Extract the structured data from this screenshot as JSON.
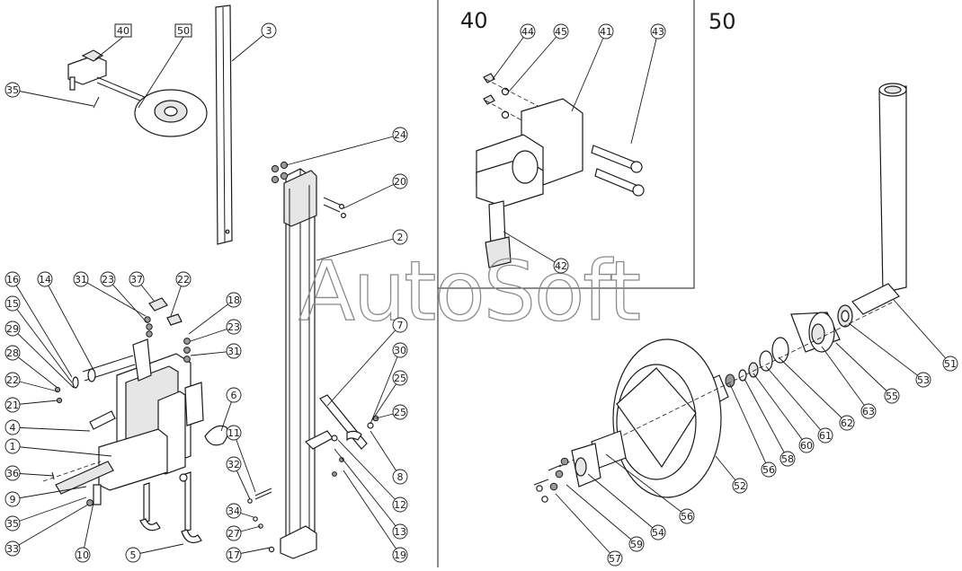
{
  "section_labels": {
    "detail_40": "40",
    "detail_50": "50"
  },
  "box_labels": [
    "40",
    "50"
  ],
  "watermark": "AutoSoft",
  "callouts": [
    "35",
    "40",
    "50",
    "3",
    "24",
    "20",
    "2",
    "16",
    "14",
    "31",
    "23",
    "37",
    "22",
    "18",
    "15",
    "29",
    "28",
    "22",
    "21",
    "4",
    "1",
    "36",
    "9",
    "35",
    "33",
    "10",
    "5",
    "23",
    "31",
    "6",
    "11",
    "32",
    "34",
    "27",
    "17",
    "7",
    "30",
    "25",
    "25",
    "8",
    "12",
    "13",
    "19",
    "44",
    "45",
    "41",
    "43",
    "42",
    "51",
    "53",
    "55",
    "63",
    "62",
    "61",
    "60",
    "58",
    "56",
    "52",
    "56",
    "54",
    "59",
    "57"
  ],
  "colors": {
    "line": "#1a1a1a",
    "watermark": "#8a8a8a",
    "background": "#ffffff"
  }
}
